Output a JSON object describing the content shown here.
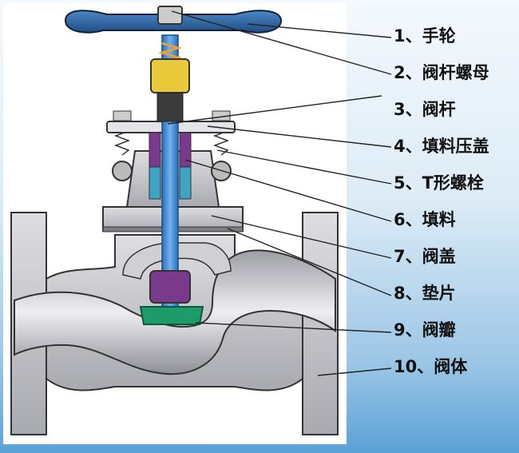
{
  "labels": [
    {
      "text": "1、手轮"
    },
    {
      "text": "2、阀杆螺母"
    },
    {
      "text": "3、阀杆"
    },
    {
      "text": "4、填料压盖"
    },
    {
      "text": "5、T形螺栓"
    },
    {
      "text": "6、填料"
    },
    {
      "text": "7、阀盖"
    },
    {
      "text": "8、垫片"
    },
    {
      "text": "9、阀瓣"
    },
    {
      "text": "10、阀体"
    }
  ],
  "colors": {
    "handwheel": "#2f67a3",
    "stem": "#3b86d6",
    "packing": "#7a3a8c",
    "disc": "#1f9a6a",
    "body": "#c8c8cc",
    "nut": "#e8c93a",
    "background_top": "#f4f9fd",
    "background_bottom": "#5aa1d6"
  }
}
